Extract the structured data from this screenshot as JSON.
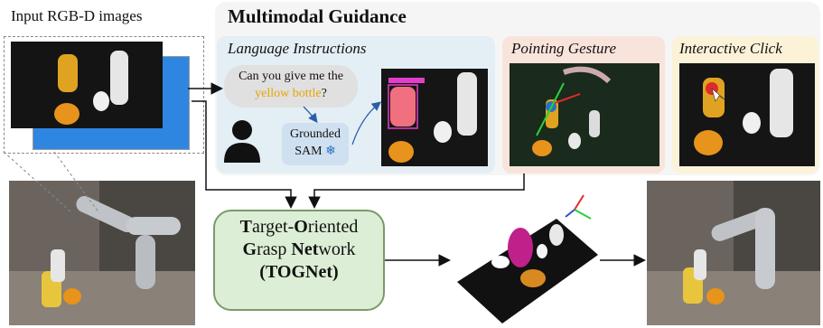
{
  "input_label": "Input RGB-D images",
  "multimodal": {
    "title": "Multimodal Guidance",
    "language": {
      "title": "Language Instructions",
      "question_before": "Can you give me the",
      "question_highlight": "yellow bottle",
      "question_after": "?",
      "model_line1": "Grounded",
      "model_line2": "SAM",
      "frozen_icon": "snowflake-icon",
      "user_icon": "person-icon"
    },
    "pointing": {
      "title": "Pointing Gesture"
    },
    "click": {
      "title": "Interactive Click"
    }
  },
  "network": {
    "w1_first": "T",
    "w1_rest": "arget-",
    "w2_first": "O",
    "w2_rest": "riented",
    "w3_first": "G",
    "w3_rest": "rasp ",
    "w4_first": "Net",
    "w4_rest": "work",
    "abbrev": "(TOGNet)"
  },
  "colors": {
    "language_panel": "#e4eef5",
    "pointing_panel": "#f9e4dc",
    "click_panel": "#fbf2d8",
    "network_box": "#dcefd6",
    "highlight": "#e8a400"
  }
}
